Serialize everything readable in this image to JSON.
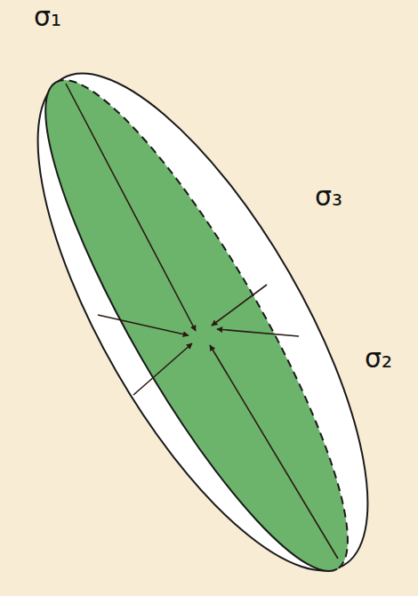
{
  "diagram": {
    "labels": [
      "σ₁",
      "σ₃",
      "σ₂"
    ]
  }
}
